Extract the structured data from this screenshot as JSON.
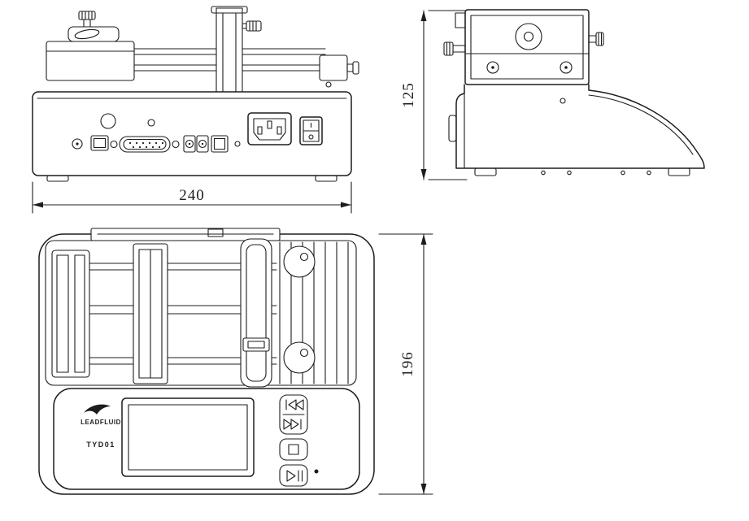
{
  "dimensions": {
    "width_mm": "240",
    "height_mm": "125",
    "depth_mm": "196"
  },
  "device": {
    "brand": "LEADFLUID",
    "model": "TYD01"
  },
  "icons": {
    "skip_back": "⏮",
    "skip_forward": "⏭",
    "stop": "◻",
    "play_pause": "⏯"
  },
  "colors": {
    "line": "#1d1d1d",
    "background": "#ffffff"
  }
}
